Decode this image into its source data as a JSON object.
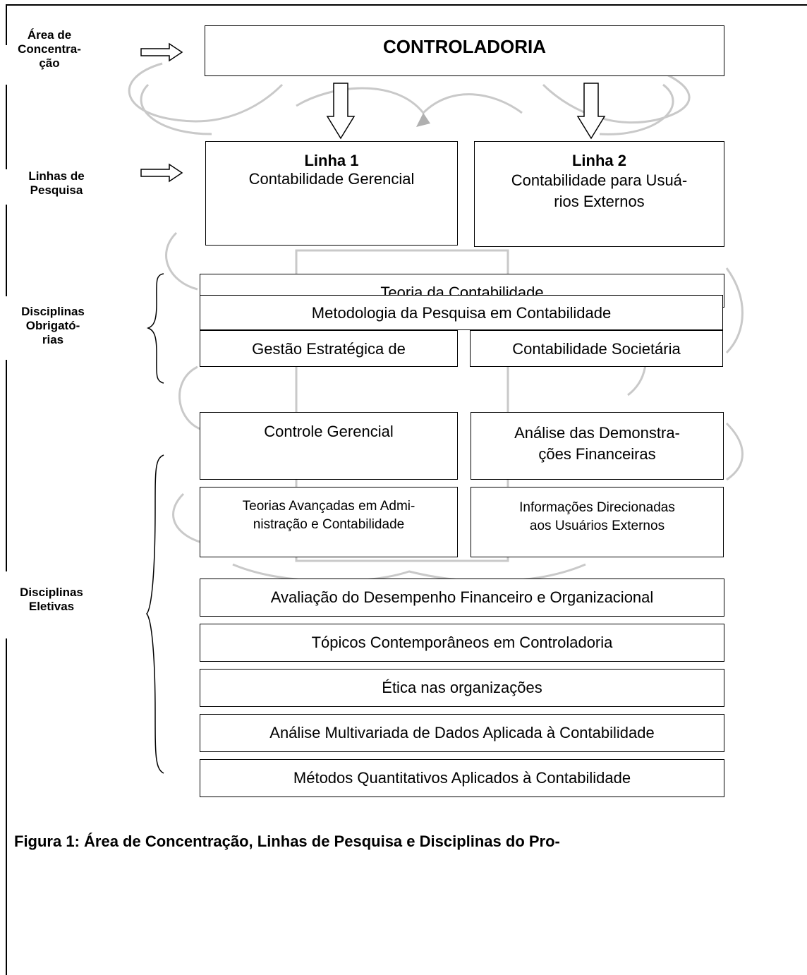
{
  "side_labels": {
    "area": "Área de\nConcentra-\nção",
    "linhas": "Linhas de\nPesquisa",
    "obrigatorias": "Disciplinas\nObrigató-\nrias",
    "eletivas": "Disciplinas\nEletivas"
  },
  "controladoria": "CONTROLADORIA",
  "linha1": {
    "title": "Linha 1",
    "name": "Contabilidade Gerencial"
  },
  "linha2": {
    "title": "Linha 2",
    "name": "Contabilidade para Usuá-\nrios Externos"
  },
  "obrigatorias": {
    "teoria": "Teoria da Contabilidade",
    "metodologia": "Metodologia da Pesquisa em Contabilidade",
    "gestao": "Gestão Estratégica de",
    "societaria": "Contabilidade Societária"
  },
  "eletivas": {
    "controle": "Controle Gerencial",
    "analise_demonstracoes": "Análise das Demonstra-\nções Financeiras",
    "teorias_avancadas": "Teorias Avançadas em Admi-\nnistração e Contabilidade",
    "informacoes": "Informações Direcionadas\naos Usuários Externos",
    "avaliacao": "Avaliação do Desempenho Financeiro e Organizacional",
    "topicos": "Tópicos Contemporâneos em Controladoria",
    "etica": "Ética nas organizações",
    "multivariada": "Análise Multivariada de Dados Aplicada à Contabilidade",
    "quantitativos": "Métodos Quantitativos Aplicados à Contabilidade"
  },
  "caption": "Figura 1: Área de Concentração, Linhas de Pesquisa e Disciplinas do Pro-"
}
